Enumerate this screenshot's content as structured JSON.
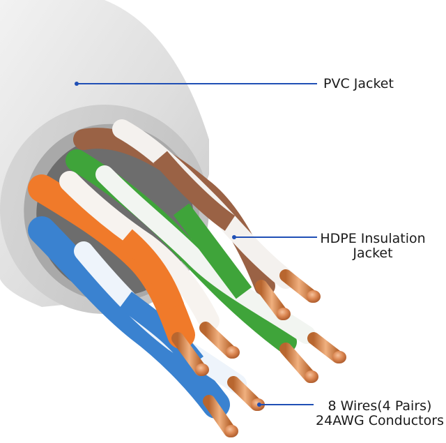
{
  "labels": {
    "pvc": "PVC Jacket",
    "hdpe_line1": "HDPE Insulation",
    "hdpe_line2": "Jacket",
    "wires_line1": "8 Wires(4 Pairs)",
    "wires_line2": "24AWG Conductors"
  },
  "colors": {
    "jacket": "#e3e3e3",
    "leader_line": "#1f4fb5",
    "pair_orange": "#f07a2a",
    "pair_blue": "#3a82d0",
    "pair_green": "#3fa43a",
    "pair_brown": "#9a6245",
    "copper": "#d9824f"
  }
}
